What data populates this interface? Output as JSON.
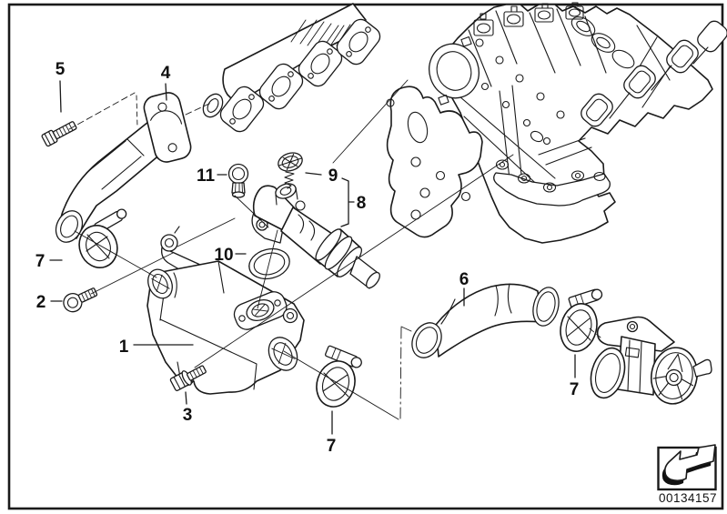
{
  "diagram": {
    "type": "exploded-parts-diagram",
    "subject": "engine EGR cooler, pipes and valve assembly",
    "background_color": "#ffffff",
    "line_color": "#1a1a1a",
    "image_number": "00134157",
    "callouts": [
      {
        "label": "5"
      },
      {
        "label": "4"
      },
      {
        "label": "11"
      },
      {
        "label": "9"
      },
      {
        "label": "8"
      },
      {
        "label": "10"
      },
      {
        "label": "7"
      },
      {
        "label": "2"
      },
      {
        "label": "1"
      },
      {
        "label": "3"
      },
      {
        "label": "7"
      },
      {
        "label": "6"
      },
      {
        "label": "7"
      }
    ]
  }
}
